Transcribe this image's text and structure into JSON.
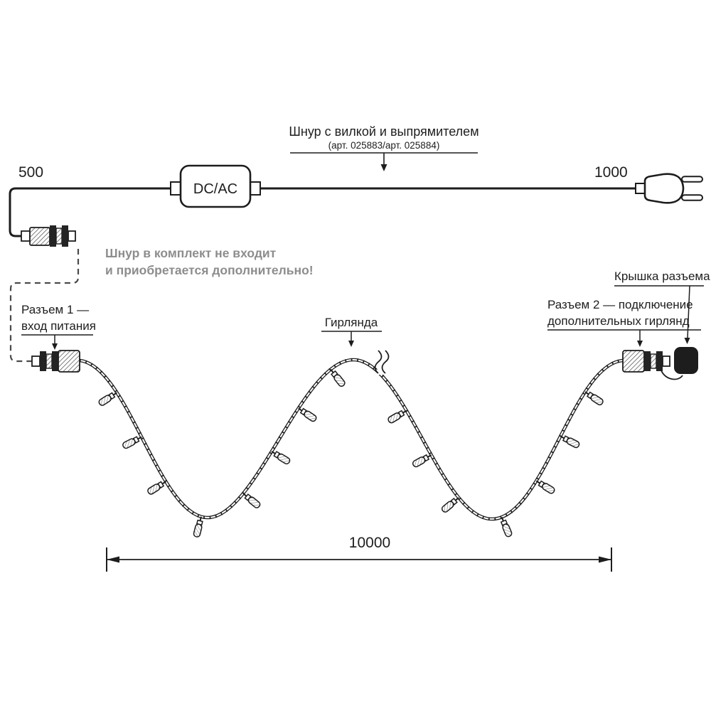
{
  "diagram": {
    "colors": {
      "ink": "#1d1d1d",
      "muted": "#8d8d8d"
    },
    "top": {
      "length_left": "500",
      "length_right": "1000",
      "converter": "DC/AC",
      "cord_title": "Шнур с вилкой и выпрямителем",
      "cord_art": "(арт. 025883/арт. 025884)",
      "note1": "Шнур в комплект не входит",
      "note2": "и приобретается дополнительно!"
    },
    "bottom": {
      "conn1_l1": "Разъем 1 —",
      "conn1_l2": "вход питания",
      "garland": "Гирлянда",
      "conn2_l1": "Разъем 2 — подключение",
      "conn2_l2": "дополнительных гирлянд",
      "cap": "Крышка разъема",
      "total_length": "10000"
    }
  }
}
